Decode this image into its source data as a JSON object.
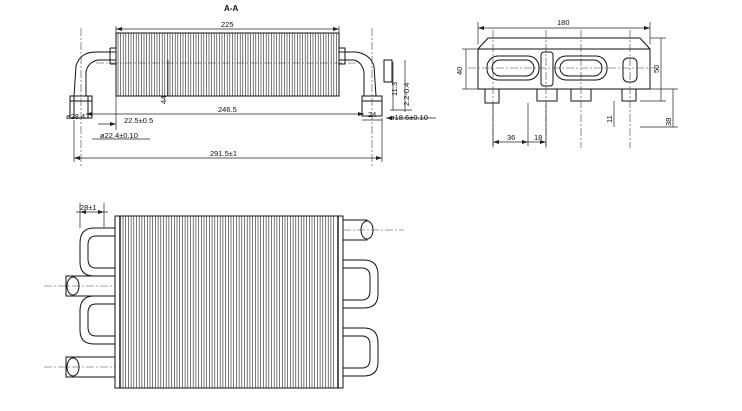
{
  "section_label": "A-A",
  "side_view": {
    "dims": {
      "fin_length": "225",
      "fin_height": "44",
      "pipe_pitch": "246.5",
      "offset": "22.5±0.5",
      "pipe_diameter": "ø22.4±0.10",
      "overall_length": "291.5±1",
      "end_diameter_left": "ø28.4",
      "end_width": "24",
      "tube_diameter": "ø18.6±0.10",
      "fin_dim_a": "11.3",
      "fin_dim_b": "2.2-0.4"
    }
  },
  "end_view": {
    "dims": {
      "width": "180",
      "height_40": "40",
      "height_50": "50",
      "height_38": "38",
      "offset_36": "36",
      "offset_18": "18",
      "offset_11": "11"
    }
  },
  "plan_view": {
    "dims": {
      "bend_width": "28±1"
    }
  }
}
